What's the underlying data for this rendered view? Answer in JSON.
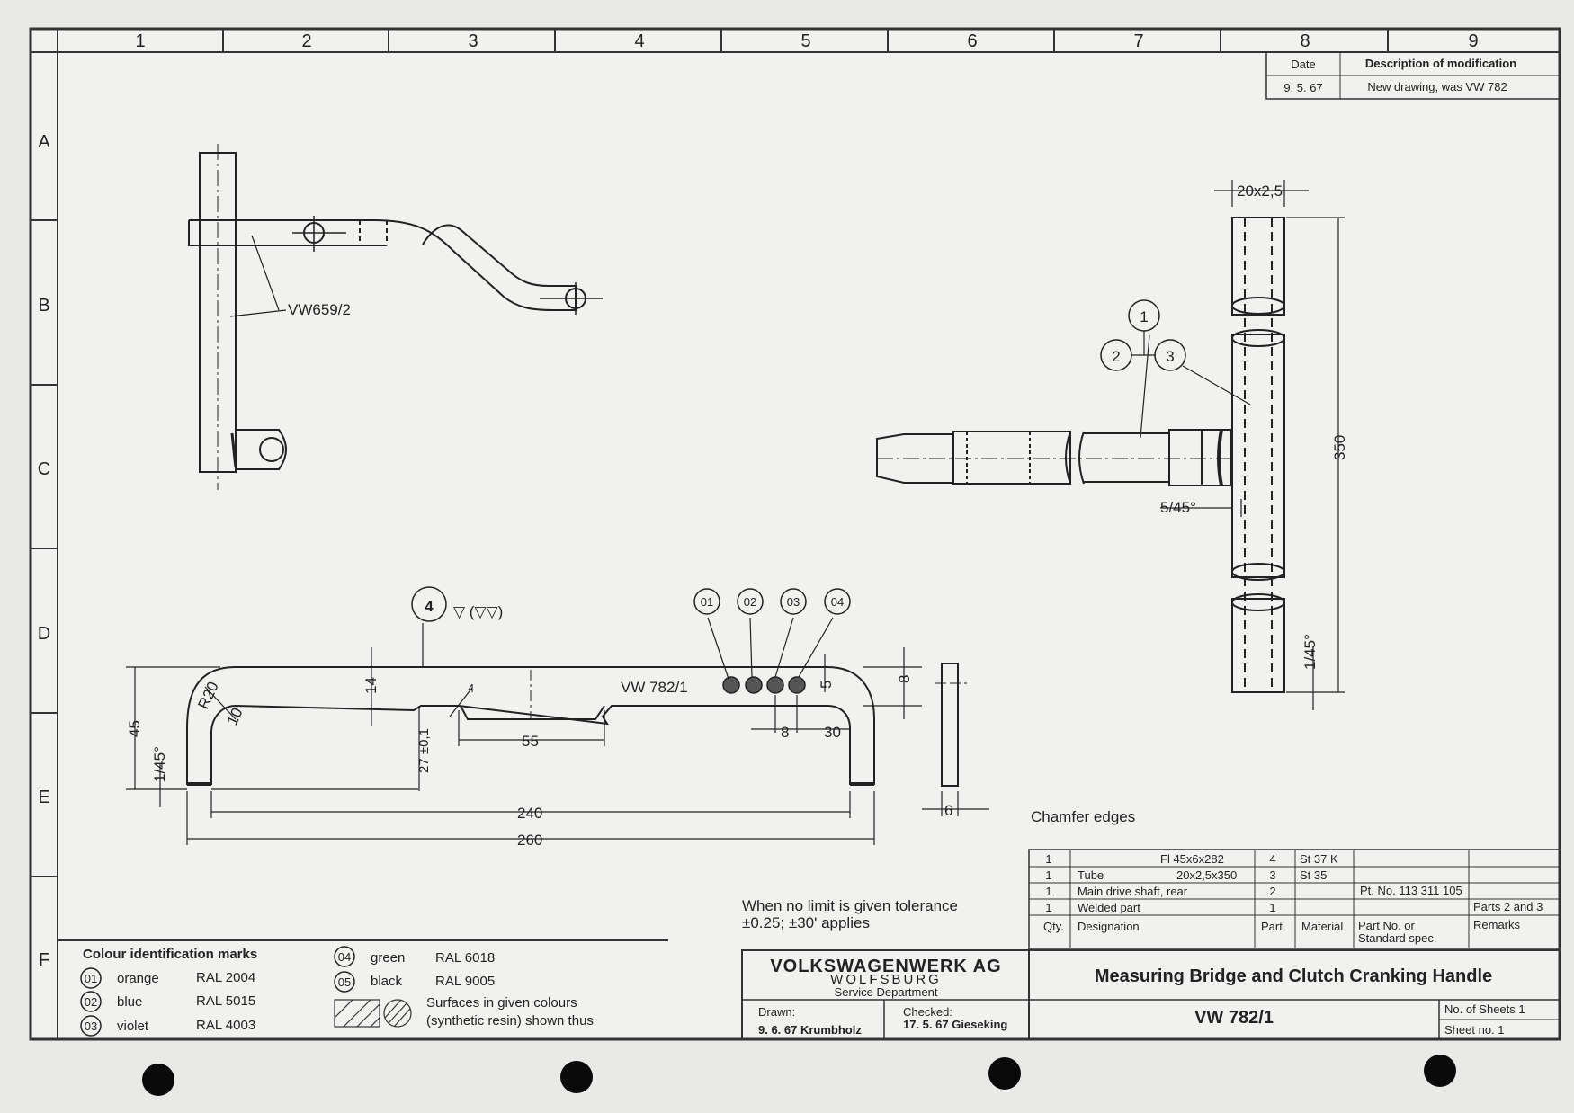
{
  "grid": {
    "columns": [
      "1",
      "2",
      "3",
      "4",
      "5",
      "6",
      "7",
      "8",
      "9"
    ],
    "rows": [
      "A",
      "B",
      "C",
      "D",
      "E",
      "F"
    ]
  },
  "modification": {
    "date_header": "Date",
    "desc_header": "Description of modification",
    "date": "9. 5. 67",
    "desc": "New drawing, was VW 782"
  },
  "view_top_left": {
    "part_label": "VW659/2"
  },
  "view_right": {
    "dim_top": "20x2,5",
    "dim_length": "350",
    "dim_chamfer": "5/45°",
    "dim_chamfer2": "1/45°",
    "balloons": [
      "1",
      "2",
      "3"
    ]
  },
  "view_bottom": {
    "balloon_main": "4",
    "surface_mark": "▽ (▽▽)",
    "part_label": "VW 782/1",
    "balloons_colour": [
      "01",
      "02",
      "03",
      "04"
    ],
    "dim_45": "45",
    "dim_1_45": "1/45°",
    "dim_r20": "R20",
    "dim_10": "10",
    "dim_14": "14",
    "dim_4": "4",
    "dim_27": "27 ±0,1",
    "dim_55": "55",
    "dim_5": "5",
    "dim_8a": "8",
    "dim_30": "30",
    "dim_8b": "8",
    "dim_240": "240",
    "dim_260": "260",
    "dim_6": "6"
  },
  "notes": {
    "chamfer": "Chamfer edges",
    "tolerance_line1": "When no limit is given tolerance",
    "tolerance_line2": "±0.25; ±30' applies"
  },
  "colour_marks": {
    "title": "Colour identification marks",
    "items": [
      {
        "code": "01",
        "name": "orange",
        "ral": "RAL 2004"
      },
      {
        "code": "02",
        "name": "blue",
        "ral": "RAL 5015"
      },
      {
        "code": "03",
        "name": "violet",
        "ral": "RAL 4003"
      },
      {
        "code": "04",
        "name": "green",
        "ral": "RAL 6018"
      },
      {
        "code": "05",
        "name": "black",
        "ral": "RAL 9005"
      }
    ],
    "surfaces_line1": "Surfaces in given colours",
    "surfaces_line2": "(synthetic resin) shown thus"
  },
  "parts_list": {
    "rows": [
      {
        "qty": "1",
        "designation": "",
        "dims": "Fl   45x6x282",
        "part": "4",
        "material": "St 37 K",
        "partno": "",
        "remarks": ""
      },
      {
        "qty": "1",
        "designation": "Tube",
        "dims": "20x2,5x350",
        "part": "3",
        "material": "St 35",
        "partno": "",
        "remarks": ""
      },
      {
        "qty": "1",
        "designation": "Main drive shaft, rear",
        "dims": "",
        "part": "2",
        "material": "",
        "partno": "Pt. No. 113 311 105",
        "remarks": ""
      },
      {
        "qty": "1",
        "designation": "Welded part",
        "dims": "",
        "part": "1",
        "material": "",
        "partno": "",
        "remarks": "Parts 2 and 3"
      }
    ],
    "headers": {
      "qty": "Qty.",
      "designation": "Designation",
      "part": "Part",
      "material": "Material",
      "partno_line1": "Part No. or",
      "partno_line2": "Standard spec.",
      "remarks": "Remarks"
    }
  },
  "title_block": {
    "company": "VOLKSWAGENWERK AG",
    "city": "WOLFSBURG",
    "dept": "Service Department",
    "drawn_label": "Drawn:",
    "drawn_value": "9. 6. 67 Krumbholz",
    "checked_label": "Checked:",
    "checked_value": "17. 5. 67 Gieseking",
    "title": "Measuring Bridge and Clutch Cranking Handle",
    "drawing_no": "VW 782/1",
    "sheets_label": "No. of Sheets 1",
    "sheet_no": "Sheet no. 1"
  }
}
